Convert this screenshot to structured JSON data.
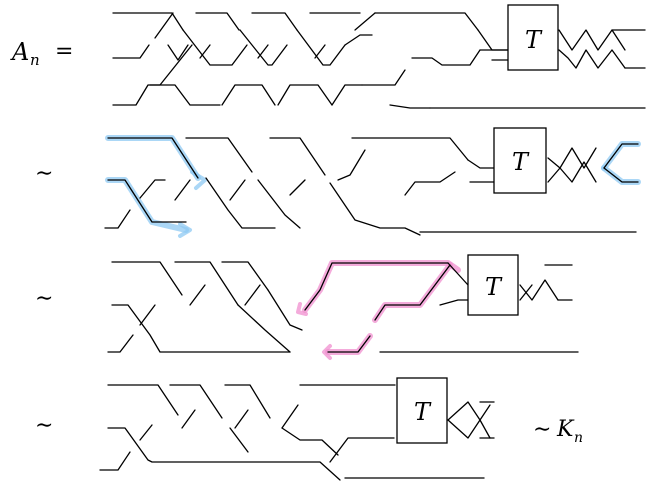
{
  "labels": {
    "lhs": "A",
    "lhs_sub": "n",
    "equals": "=",
    "sim": "∼",
    "rhs": "K",
    "rhs_sub": "n",
    "tangle": "T"
  },
  "colors": {
    "strand": "#000000",
    "highlight_blue": "#8fc9f3",
    "highlight_pink": "#f08fcf"
  }
}
